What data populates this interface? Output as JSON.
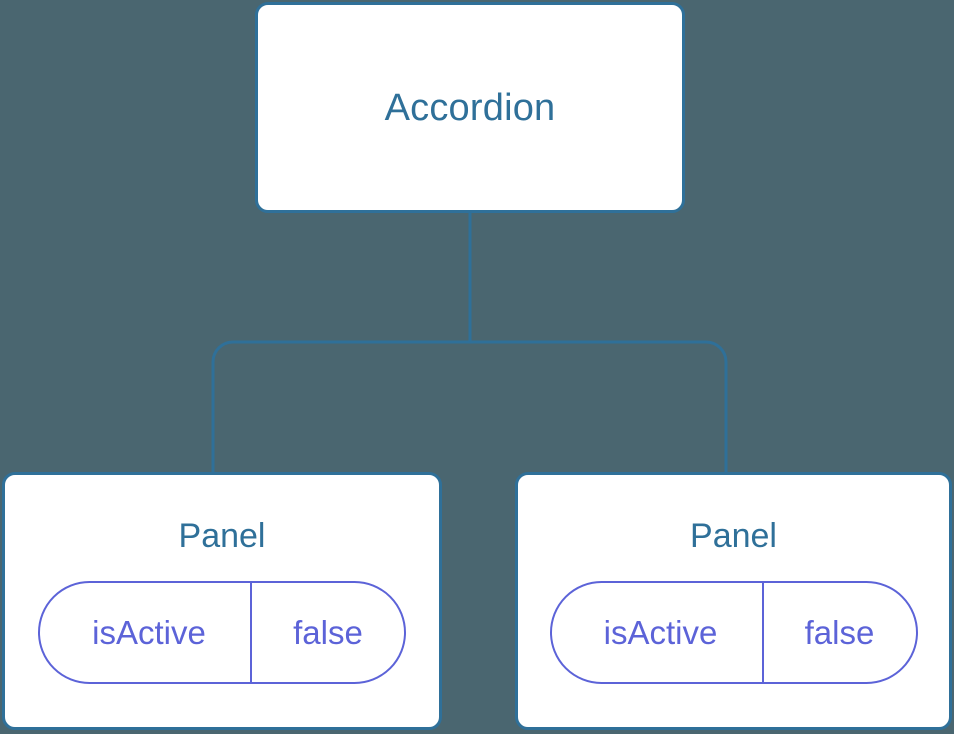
{
  "diagram": {
    "background_color": "#4a6670",
    "node_border_color": "#2f7099",
    "node_fill_color": "#ffffff",
    "node_text_color": "#2f7099",
    "state_color": "#5c63d8",
    "edge_color": "#2f7099"
  },
  "root": {
    "label": "Accordion"
  },
  "children": [
    {
      "label": "Panel",
      "state": {
        "key": "isActive",
        "value": "false"
      }
    },
    {
      "label": "Panel",
      "state": {
        "key": "isActive",
        "value": "false"
      }
    }
  ]
}
